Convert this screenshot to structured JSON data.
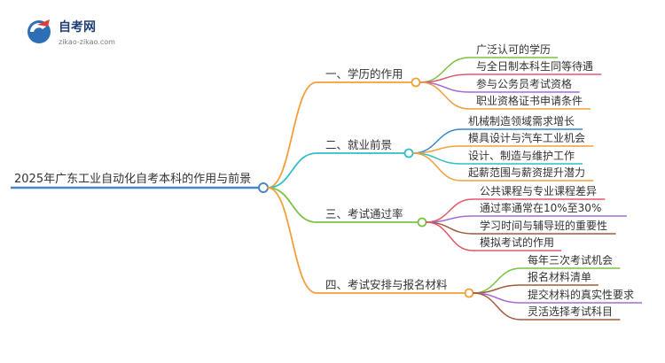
{
  "logo": {
    "name": "自考网",
    "url": "zikao-zikao.com"
  },
  "colors": {
    "root_line": "#4a86c5",
    "branch_1": "#f2a03a",
    "branch_2": "#2ebfc9",
    "branch_3": "#7cc242",
    "branch_4": "#f2a03a",
    "leaf_green": "#7cc242",
    "leaf_red": "#e05a6b",
    "leaf_purple": "#a66bd6",
    "leaf_orange": "#f2a03a",
    "leaf_blue": "#3a86c8",
    "leaf_teal": "#2ebfc9",
    "leaf_brown": "#a05a3a"
  },
  "mindmap": {
    "root": "2025年广东工业自动化自考本科的作用与前景",
    "branches": [
      {
        "label": "一、学历的作用",
        "children": [
          "广泛认可的学历",
          "与全日制本科生同等待遇",
          "参与公务员考试资格",
          "职业资格证书申请条件"
        ]
      },
      {
        "label": "二、就业前景",
        "children": [
          "机械制造领域需求增长",
          "模具设计与汽车工业机会",
          "设计、制造与维护工作",
          "起薪范围与薪资提升潜力"
        ]
      },
      {
        "label": "三、考试通过率",
        "children": [
          "公共课程与专业课程差异",
          "通过率通常在10%至30%",
          "学习时间与辅导班的重要性",
          "模拟考试的作用"
        ]
      },
      {
        "label": "四、考试安排与报名材料",
        "children": [
          "每年三次考试机会",
          "报名材料清单",
          "提交材料的真实性要求",
          "灵活选择考试科目"
        ]
      }
    ]
  }
}
